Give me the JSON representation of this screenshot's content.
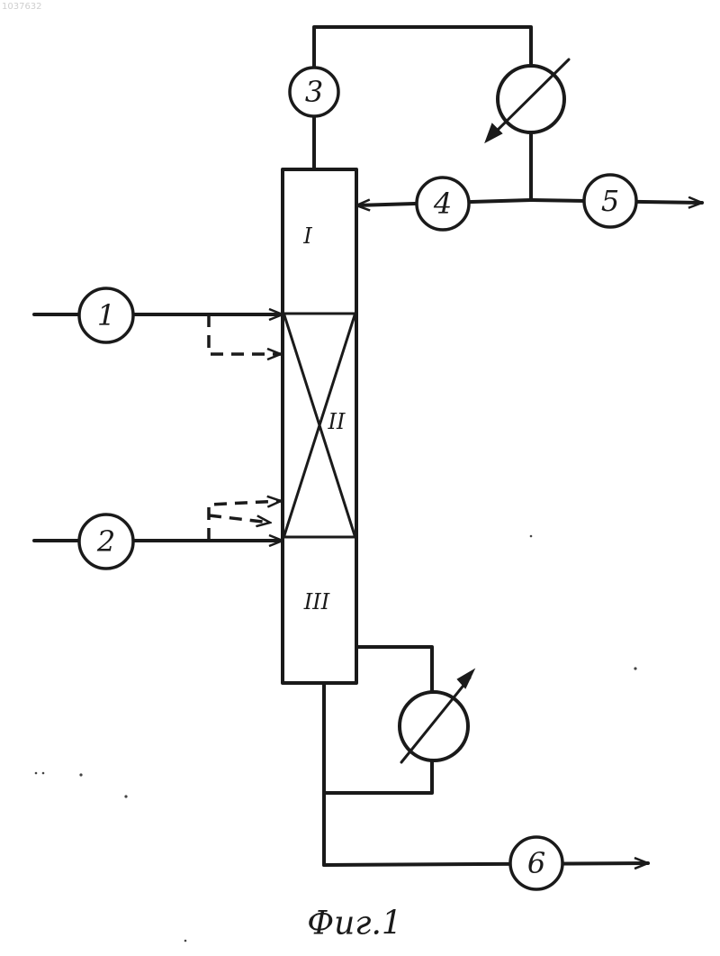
{
  "corner_mark": "1037632",
  "figure_caption": "Фиг.1",
  "column_zones": [
    "I",
    "II",
    "III"
  ],
  "streams": [
    "1",
    "2",
    "3",
    "4",
    "5",
    "6"
  ]
}
